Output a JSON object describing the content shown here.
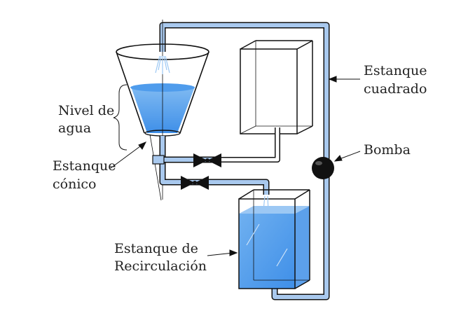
{
  "labels": {
    "square_tank": [
      "Estanque",
      "cuadrado"
    ],
    "pump": "Bomba",
    "water_level": [
      "Nivel de",
      "agua"
    ],
    "conical_tank": [
      "Estanque",
      "cónico"
    ],
    "recirculation_tank": [
      "Estanque de",
      "Recirculación"
    ]
  },
  "colors": {
    "pipe": "#a9c9ee",
    "water": "#3f8fe8",
    "water_light": "#9cc8f4",
    "outline": "#111111",
    "pump": "#111111"
  }
}
